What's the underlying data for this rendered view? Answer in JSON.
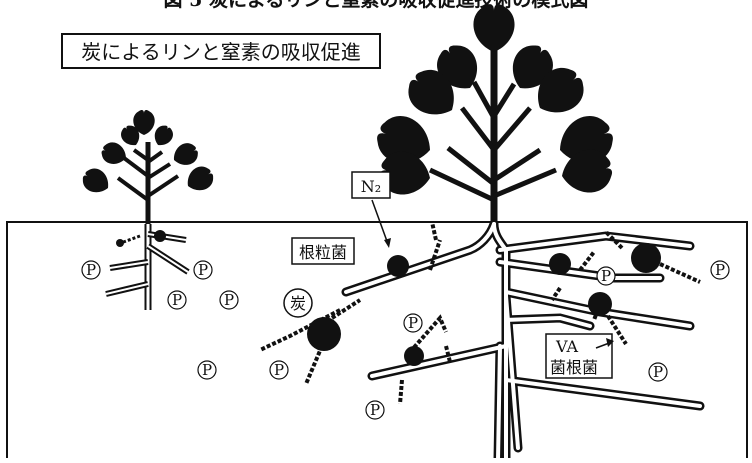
{
  "figure": {
    "top_caption": "図 5 炭によるリンと窒素の吸収促進技術の模式図",
    "title_box": "炭によるリンと窒素の吸収促進"
  },
  "labels": {
    "n2": "N₂",
    "root_nodule": "根粒菌",
    "charcoal": "炭",
    "va_line1": "VA",
    "va_line2": "菌根菌",
    "phosphorus": "P"
  },
  "colors": {
    "ink": "#111111",
    "paper": "#ffffff"
  }
}
